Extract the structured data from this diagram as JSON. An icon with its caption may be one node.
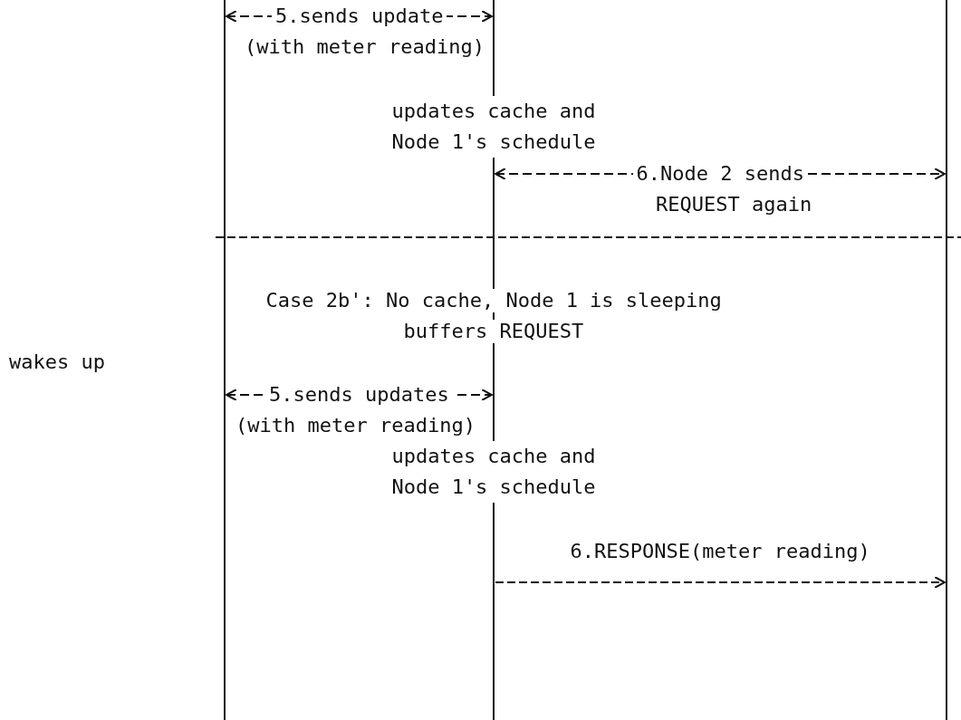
{
  "diagram": {
    "nodes": [
      {
        "text": [],
        "shape": "line"
      },
      {
        "text": [],
        "shape": "line"
      },
      {
        "text": [],
        "shape": "line"
      }
    ],
    "edges": [
      {
        "from": 0,
        "to": 1,
        "arrow": "both",
        "label": "5.sends update"
      },
      {
        "from": 1,
        "to": 2,
        "arrow": "both",
        "label": "6.Node 2 sends"
      },
      {
        "from": 0,
        "to": 1,
        "arrow": "both",
        "label": "5.sends updates"
      },
      {
        "from": 1,
        "to": 2,
        "arrow": "to",
        "label": "6.RESPONSE(meter reading)"
      }
    ],
    "labels": [
      "(with meter reading)",
      "updates cache and Node 1's schedule",
      "REQUEST again",
      "Case 2b': No cache, Node 1 is sleeping",
      "buffers REQUEST",
      "wakes up",
      "(with meter reading)",
      "updates cache and Node 1's schedule"
    ]
  }
}
